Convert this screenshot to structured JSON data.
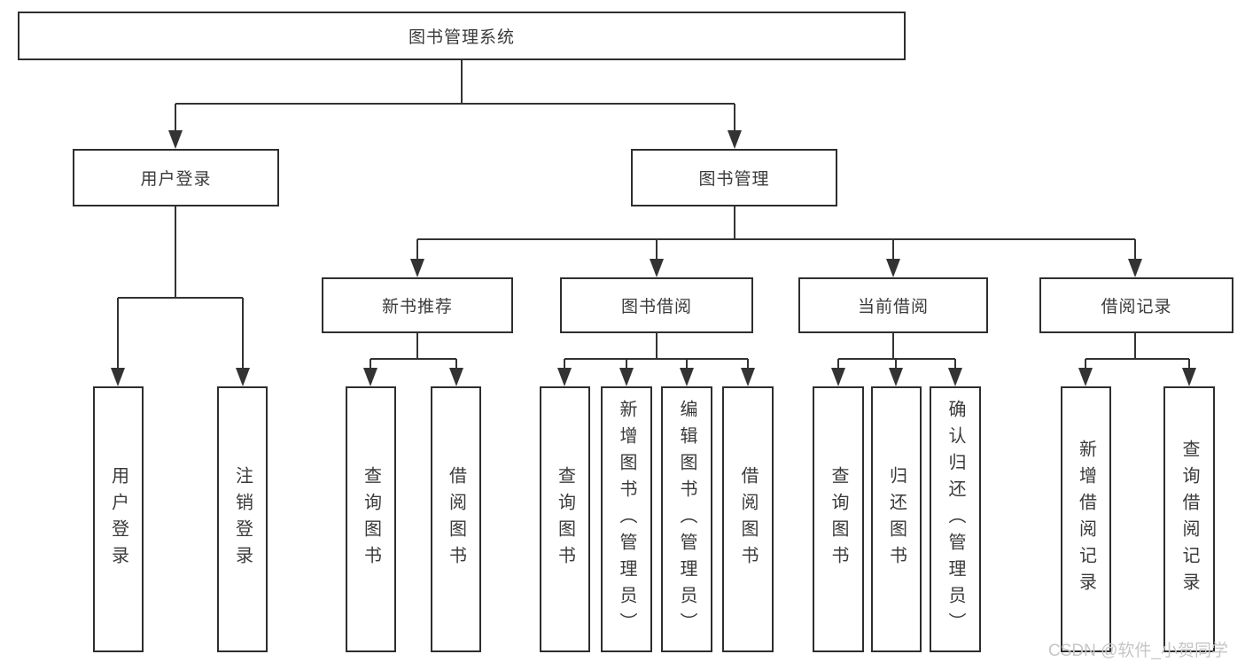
{
  "diagram": {
    "type": "tree",
    "tree": {
      "label": "图书管理系统",
      "children": [
        {
          "label": "用户登录",
          "children": [
            {
              "label": "用户登录"
            },
            {
              "label": "注销登录"
            }
          ]
        },
        {
          "label": "图书管理",
          "children": [
            {
              "label": "新书推荐",
              "children": [
                {
                  "label": "查询图书"
                },
                {
                  "label": "借阅图书"
                }
              ]
            },
            {
              "label": "图书借阅",
              "children": [
                {
                  "label": "查询图书"
                },
                {
                  "label": "新增图书（管理员）"
                },
                {
                  "label": "编辑图书（管理员）"
                },
                {
                  "label": "借阅图书"
                }
              ]
            },
            {
              "label": "当前借阅",
              "children": [
                {
                  "label": "查询图书"
                },
                {
                  "label": "归还图书"
                },
                {
                  "label": "确认归还（管理员）"
                }
              ]
            },
            {
              "label": "借阅记录",
              "children": [
                {
                  "label": "新增借阅记录"
                },
                {
                  "label": "查询借阅记录"
                }
              ]
            }
          ]
        }
      ]
    },
    "colors": {
      "line": "#333333",
      "box_border": "#2e2e2e",
      "box_background": "#ffffff",
      "text": "#3a3a3a",
      "watermark": "#c7c5c8"
    }
  },
  "watermark": "CSDN @软件_小贺同学"
}
